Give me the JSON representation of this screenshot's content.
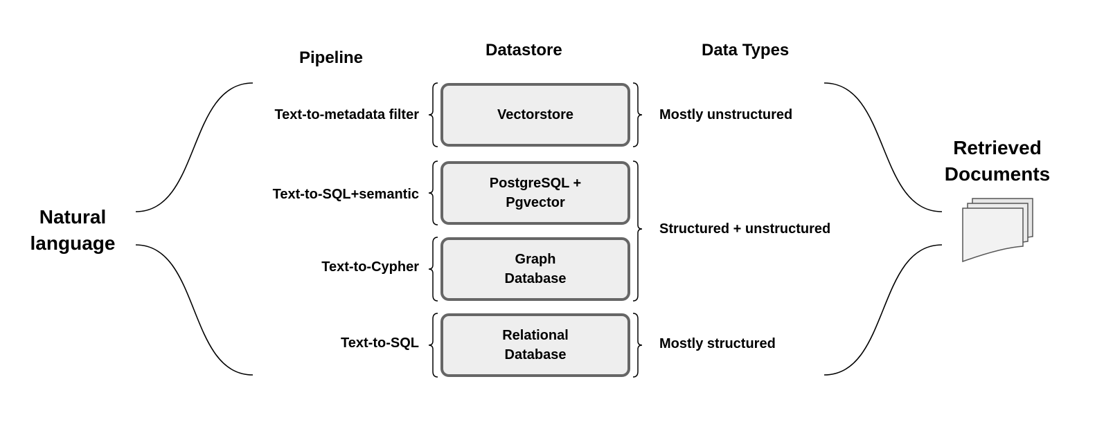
{
  "headers": {
    "pipeline": "Pipeline",
    "datastore": "Datastore",
    "data_types": "Data Types"
  },
  "input": {
    "line1": "Natural",
    "line2": "language"
  },
  "output": {
    "line1": "Retrieved",
    "line2": "Documents",
    "icon": "documents-stack-icon"
  },
  "rows": [
    {
      "pipeline": "Text-to-metadata filter",
      "datastore": [
        "Vectorstore"
      ]
    },
    {
      "pipeline": "Text-to-SQL+semantic",
      "datastore": [
        "PostgreSQL +",
        "Pgvector"
      ]
    },
    {
      "pipeline": "Text-to-Cypher",
      "datastore": [
        "Graph",
        "Database"
      ]
    },
    {
      "pipeline": "Text-to-SQL",
      "datastore": [
        "Relational",
        "Database"
      ]
    }
  ],
  "data_types": [
    "Mostly unstructured",
    "Structured + unstructured",
    "Mostly structured"
  ],
  "colors": {
    "box_fill": "#eeeeee",
    "box_border": "#666666",
    "line": "#000000",
    "text": "#000000"
  }
}
